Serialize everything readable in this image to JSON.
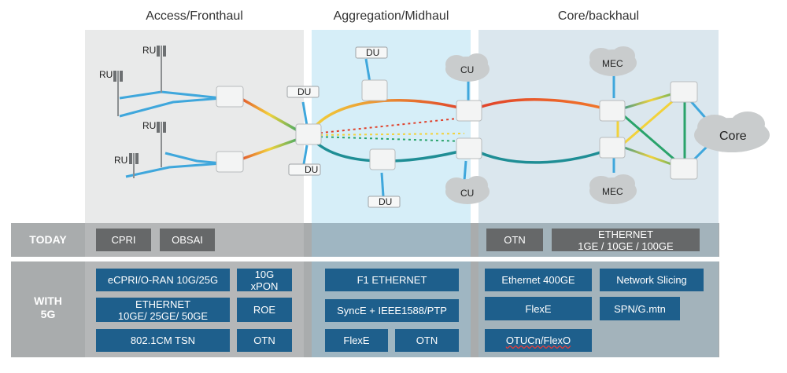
{
  "sections": {
    "access": "Access/Fronthaul",
    "aggregation": "Aggregation/Midhaul",
    "core": "Core/backhaul"
  },
  "nodes": {
    "ru": "RU",
    "du": "DU",
    "cu": "CU",
    "mec": "MEC",
    "core": "Core"
  },
  "rows": {
    "today": "TODAY",
    "with5g_line1": "WITH",
    "with5g_line2": "5G"
  },
  "today": {
    "access": [
      "CPRI",
      "OBSAI"
    ],
    "core": [
      "OTN",
      "ETHERNET\n1GE / 10GE / 100GE"
    ]
  },
  "with5g": {
    "access": [
      "eCPRI/O-RAN 10G/25G",
      "10G\nxPON",
      "ETHERNET\n10GE/ 25GE/ 50GE",
      "ROE",
      "802.1CM TSN",
      "OTN"
    ],
    "aggregation": [
      "F1 ETHERNET",
      "SyncE + IEEE1588/PTP",
      "FlexE",
      "OTN"
    ],
    "core": [
      "Ethernet 400GE",
      "Network Slicing",
      "FlexE",
      "SPN/G.mtn",
      "OTUCn/FlexO"
    ]
  },
  "colors": {
    "access_bg": "#e9eaea",
    "aggregation_bg": "#d6eef8",
    "core_bg": "#dbe7ee",
    "band_gray": "#a9acad",
    "tag_gray": "#666869",
    "tag_blue": "#1e5f8c",
    "link_blue": "#3fa7dc",
    "link_red": "#e0402a",
    "link_teal": "#1f8e95"
  }
}
